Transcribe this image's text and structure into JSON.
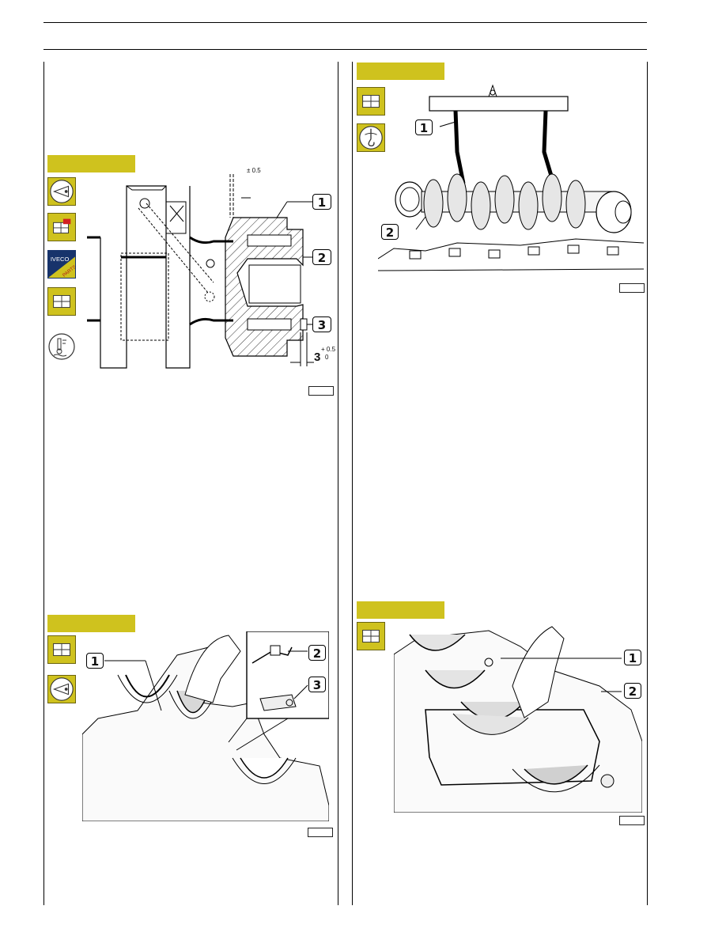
{
  "callouts": {
    "fig1": [
      "1",
      "2",
      "3"
    ],
    "fig2": [
      "1",
      "2"
    ],
    "fig3": [
      "1",
      "2",
      "3"
    ],
    "fig4": [
      "1",
      "2"
    ]
  },
  "dimensions": {
    "top_tolerance": "± 0.5",
    "bottom_value": "3",
    "bottom_tolerance_plus": "+ 0.5",
    "bottom_tolerance_zero": "0"
  },
  "logo": {
    "brand": "IVECO",
    "sub": "PARTS"
  },
  "colors": {
    "tag_yellow": "#cfc21e",
    "logo_blue": "#17336b"
  },
  "icons": [
    "inspect-eye-icon",
    "engine-block-icon",
    "iveco-parts-logo",
    "engine-block-icon",
    "temperature-icon",
    "engine-block-icon",
    "lifting-hook-icon",
    "engine-block-icon",
    "inspect-eye-icon",
    "engine-block-icon"
  ]
}
